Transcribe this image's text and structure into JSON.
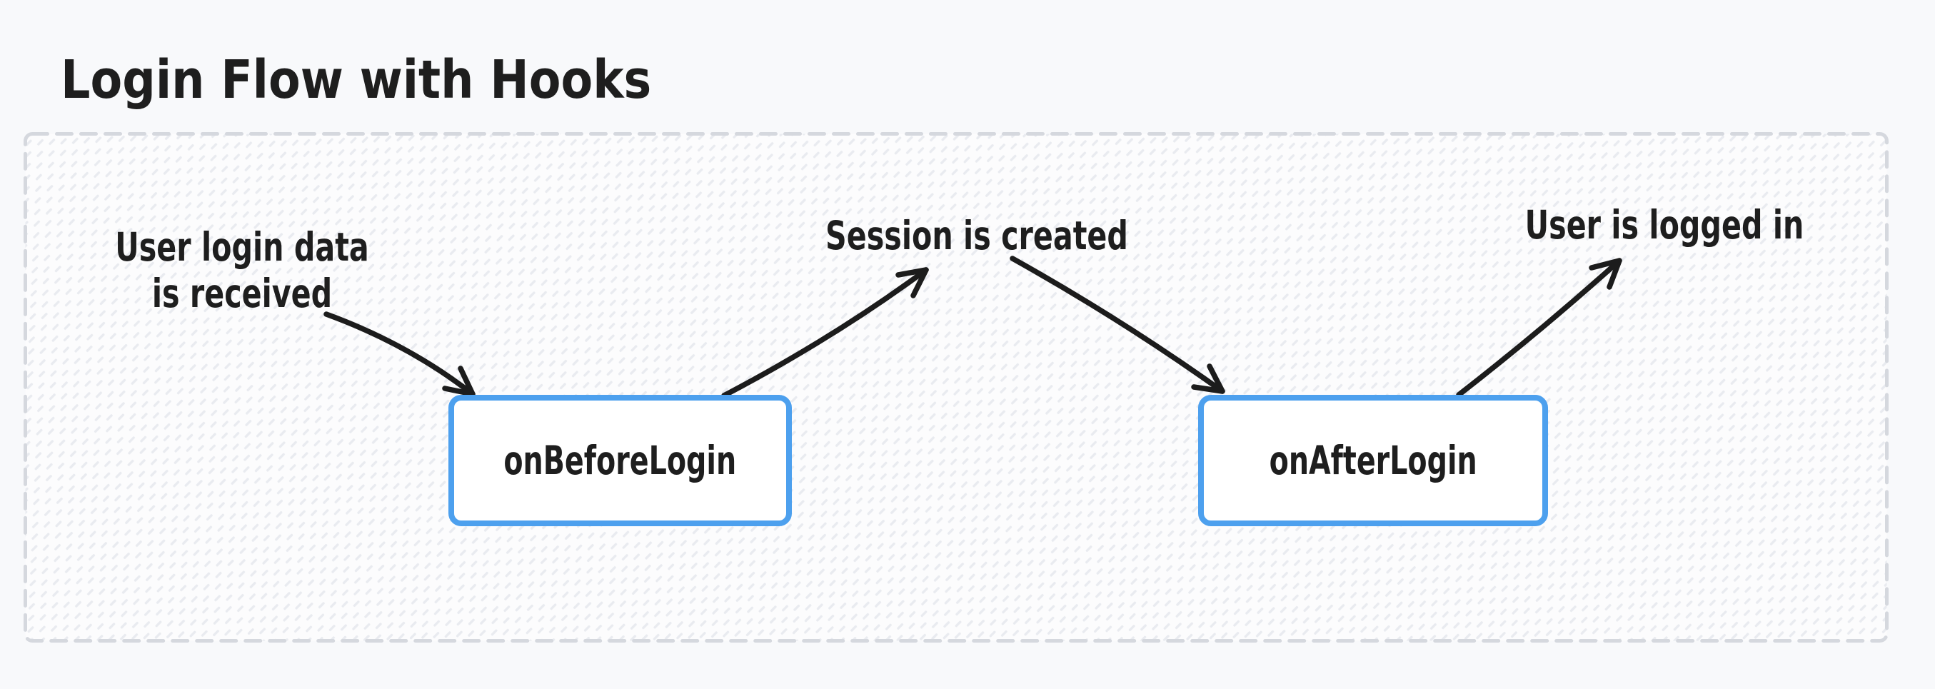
{
  "title": "Login Flow with Hooks",
  "diagram": {
    "labels": {
      "input_line1": "User login data",
      "input_line2": "is received",
      "session": "Session is created",
      "logged_in": "User is logged in"
    },
    "nodes": {
      "before": "onBeforeLogin",
      "after": "onAfterLogin"
    },
    "colors": {
      "canvas_background": "#f8f9fb",
      "frame_border": "#d5d8de",
      "frame_hatch": "#e9ebf0",
      "node_border": "#4da0ee",
      "node_fill": "#ffffff",
      "text": "#1e1e1e",
      "arrow": "#1c1c1c"
    }
  }
}
